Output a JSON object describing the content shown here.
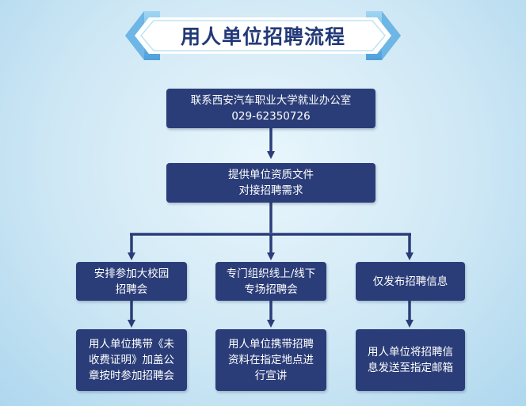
{
  "title": "用人单位招聘流程",
  "steps": {
    "contact": "联系西安汽车职业大学就业办公室\n029-62350726",
    "provide": "提供单位资质文件\n对接招聘需求",
    "branch_a": "安排参加大校园\n招聘会",
    "branch_b": "专门组织线上/线下\n专场招聘会",
    "branch_c": "仅发布招聘信息",
    "result_a": "用人单位携带《未\n收费证明》加盖公\n章按时参加招聘会",
    "result_b": "用人单位携带招聘\n资料在指定地点进\n行宣讲",
    "result_c": "用人单位将招聘信\n息发送至指定邮箱"
  },
  "colors": {
    "box": "#2b3d78",
    "arrow": "#2b3d78",
    "banner_light": "#7fc4ec",
    "banner_dark": "#3f8fd0",
    "title_text": "#233a78"
  }
}
